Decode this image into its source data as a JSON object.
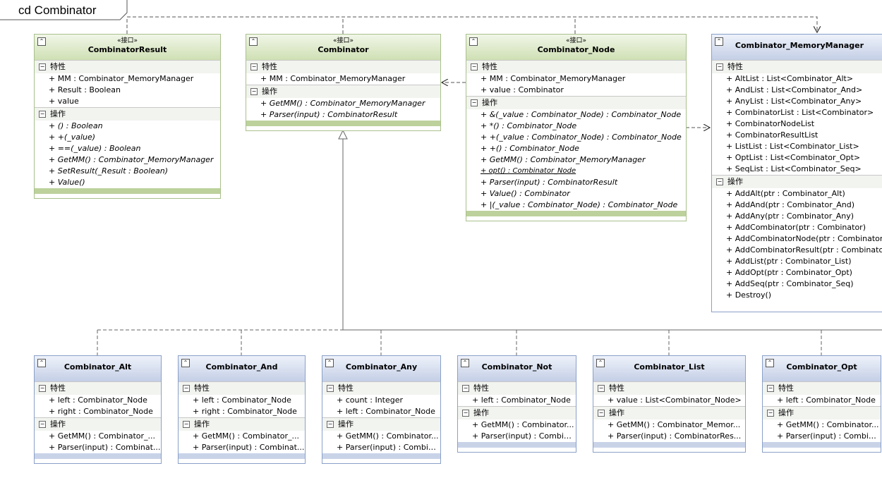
{
  "diagram": {
    "frame_title": "cd Combinator",
    "stereotype": "«接口»",
    "attributes_label": "特性",
    "operations_label": "操作",
    "collapse_glyph": "⌃",
    "toggle_glyph": "−"
  },
  "classes": {
    "combinator_result": {
      "name": "CombinatorResult",
      "attributes": [
        "+ MM : Combinator_MemoryManager",
        "+ Result : Boolean",
        "+ value"
      ],
      "operations": [
        "+ () : Boolean",
        "+ +(_value)",
        "+ ==(_value) : Boolean",
        "+ GetMM() : Combinator_MemoryManager",
        "+ SetResult(_Result : Boolean)",
        "+ Value()"
      ]
    },
    "combinator": {
      "name": "Combinator",
      "attributes": [
        "+ MM : Combinator_MemoryManager"
      ],
      "operations": [
        "+ GetMM() : Combinator_MemoryManager",
        "+ Parser(input) : CombinatorResult"
      ]
    },
    "combinator_node": {
      "name": "Combinator_Node",
      "attributes": [
        "+ MM : Combinator_MemoryManager",
        "+ value : Combinator"
      ],
      "operations": [
        "+ &(_value : Combinator_Node) : Combinator_Node",
        "+ *() : Combinator_Node",
        "+ +(_value : Combinator_Node) : Combinator_Node",
        "+ +() : Combinator_Node",
        "+ GetMM() : Combinator_MemoryManager",
        "+ opt() : Combinator_Node",
        "+ Parser(input) : CombinatorResult",
        "+ Value() : Combinator",
        "+ |(_value : Combinator_Node) : Combinator_Node"
      ]
    },
    "memory_manager": {
      "name": "Combinator_MemoryManager",
      "attributes": [
        "+ AltList : List<Combinator_Alt>",
        "+ AndList : List<Combinator_And>",
        "+ AnyList : List<Combinator_Any>",
        "+ CombinatorList : List<Combinator>",
        "+ CombinatorNodeList",
        "+ CombinatorResultList",
        "+ ListList : List<Combinator_List>",
        "+ OptList : List<Combinator_Opt>",
        "+ SeqList : List<Combinator_Seq>"
      ],
      "operations": [
        "+ AddAlt(ptr : Combinator_Alt)",
        "+ AddAnd(ptr : Combinator_And)",
        "+ AddAny(ptr : Combinator_Any)",
        "+ AddCombinator(ptr : Combinator)",
        "+ AddCombinatorNode(ptr : Combinator_",
        "+ AddCombinatorResult(ptr : Combinator",
        "+ AddList(ptr : Combinator_List)",
        "+ AddOpt(ptr : Combinator_Opt)",
        "+ AddSeq(ptr : Combinator_Seq)",
        "+ Destroy()"
      ]
    },
    "alt": {
      "name": "Combinator_Alt",
      "attributes": [
        "+ left : Combinator_Node",
        "+ right : Combinator_Node"
      ],
      "operations": [
        "+ GetMM() : Combinator_...",
        "+ Parser(input) : Combinat..."
      ]
    },
    "and": {
      "name": "Combinator_And",
      "attributes": [
        "+ left : Combinator_Node",
        "+ right : Combinator_Node"
      ],
      "operations": [
        "+ GetMM() : Combinator_...",
        "+ Parser(input) : Combinat..."
      ]
    },
    "any": {
      "name": "Combinator_Any",
      "attributes": [
        "+ count : Integer",
        "+ left : Combinator_Node"
      ],
      "operations": [
        "+ GetMM() : Combinator...",
        "+ Parser(input) : Combin..."
      ]
    },
    "not": {
      "name": "Combinator_Not",
      "attributes": [
        "+ left : Combinator_Node"
      ],
      "operations": [
        "+ GetMM() : Combinator...",
        "+ Parser(input) : Combin..."
      ]
    },
    "list": {
      "name": "Combinator_List",
      "attributes": [
        "+ value : List<Combinator_Node>"
      ],
      "operations": [
        "+ GetMM() : Combinator_Memor...",
        "+ Parser(input) : CombinatorRes..."
      ]
    },
    "opt": {
      "name": "Combinator_Opt",
      "attributes": [
        "+ left : Combinator_Node"
      ],
      "operations": [
        "+ GetMM() : Combinator...",
        "+ Parser(input) : Combin..."
      ]
    }
  },
  "colors": {
    "interface_border": "#a9c08c",
    "class_border": "#8aa0c8",
    "connector": "#606060"
  }
}
